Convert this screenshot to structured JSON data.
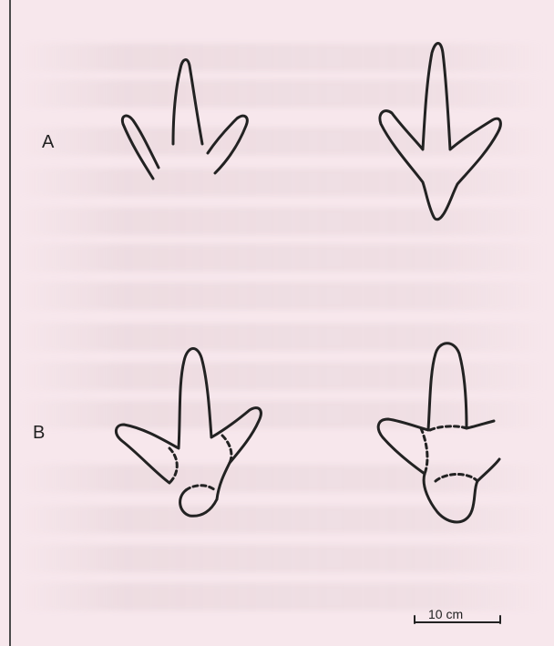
{
  "labels": {
    "row_a": "A",
    "row_b": "B"
  },
  "scale_bar": {
    "label": "10 cm"
  },
  "colors": {
    "background": "#f7e7ec",
    "ink": "#222222"
  }
}
